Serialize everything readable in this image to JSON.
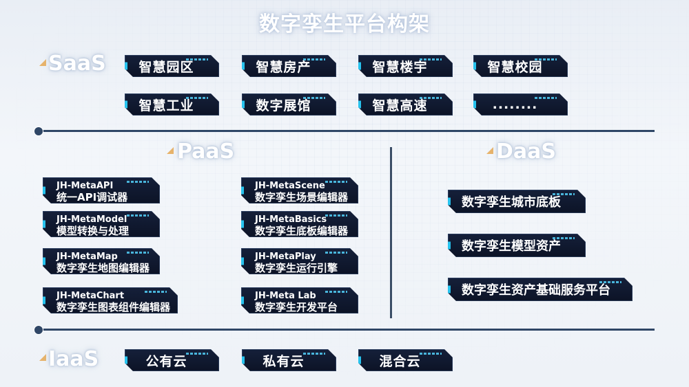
{
  "title": "数字孪生平台构架",
  "layers": {
    "saas": "SaaS",
    "paas": "PaaS",
    "daas": "DaaS",
    "iaas": "IaaS"
  },
  "saas_items": [
    "智慧园区",
    "智慧房产",
    "智慧楼宇",
    "智慧校园",
    "智慧工业",
    "数字展馆",
    "智慧高速",
    "........"
  ],
  "paas_items": [
    {
      "en": "JH-MetaAPI",
      "cn": "统一API调试器"
    },
    {
      "en": "JH-MetaModel",
      "cn": "模型转换与处理"
    },
    {
      "en": "JH-MetaMap",
      "cn": "数字孪生地图编辑器"
    },
    {
      "en": "JH-MetaChart",
      "cn": "数字孪生图表组件编辑器"
    },
    {
      "en": "JH-MetaScene",
      "cn": "数字孪生场景编辑器"
    },
    {
      "en": "JH-MetaBasics",
      "cn": "数字孪生底板编辑器"
    },
    {
      "en": "JH-MetaPlay",
      "cn": "数字孪生运行引擎"
    },
    {
      "en": "JH-Meta Lab",
      "cn": "数字孪生开发平台"
    }
  ],
  "daas_items": [
    "数字孪生城市底板",
    "数字孪生模型资产",
    "数字孪生资产基础服务平台"
  ],
  "iaas_items": [
    "公有云",
    "私有云",
    "混合云"
  ],
  "colors": {
    "box_bg": "#0c1326",
    "accent": "#27c3ee",
    "divider": "#2f4666",
    "triangle": "#e7b36b"
  }
}
